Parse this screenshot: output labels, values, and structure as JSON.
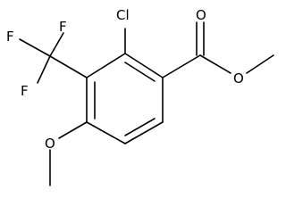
{
  "atoms": {
    "chlorine": "Cl",
    "fluorine_1": "F",
    "fluorine_2": "F",
    "fluorine_3": "F",
    "carbonyl_oxygen": "O",
    "ester_oxygen": "O",
    "methoxy_oxygen": "O"
  }
}
